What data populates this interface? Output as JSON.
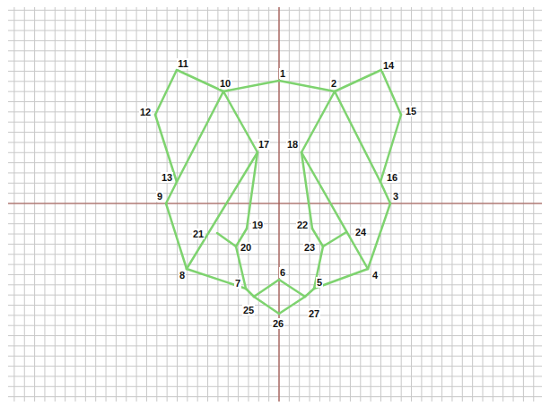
{
  "diagram": {
    "labels": [
      "1",
      "2",
      "3",
      "4",
      "5",
      "6",
      "7",
      "8",
      "9",
      "10",
      "11",
      "12",
      "13",
      "14",
      "15",
      "16",
      "17",
      "18",
      "19",
      "20",
      "21",
      "22",
      "23",
      "24",
      "25",
      "26",
      "27"
    ]
  }
}
